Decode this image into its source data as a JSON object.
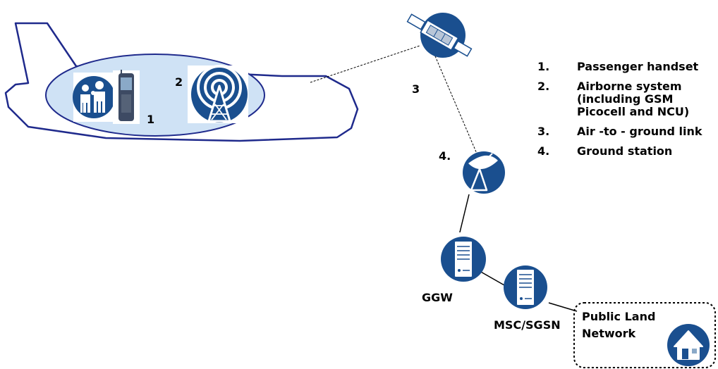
{
  "labels": {
    "handset_num": "1",
    "airborne_num": "2",
    "satellite_num": "3",
    "ground_station_num": "4.",
    "ggw": "GGW",
    "msc": "MSC/SGSN",
    "pln_line1": "Public Land",
    "pln_line2": "Network"
  },
  "legend": [
    {
      "num": "1.",
      "text": "Passenger handset"
    },
    {
      "num": "2.",
      "text": "Airborne system (including GSM Picocell and NCU)"
    },
    {
      "num": "3.",
      "text": "Air -to - ground link"
    },
    {
      "num": "4.",
      "text": "Ground station"
    }
  ],
  "icons": {
    "people": "people-icon",
    "handset": "mobile-phone-icon",
    "picocell": "antenna-tower-icon",
    "satellite": "satellite-icon",
    "dish": "satellite-dish-icon",
    "server1": "server-icon",
    "server2": "server-icon",
    "home": "home-icon"
  },
  "colors": {
    "icon_blue": "#1a4f8f",
    "cabin_fill": "#cfe2f5",
    "outline": "#1f2a8c"
  }
}
